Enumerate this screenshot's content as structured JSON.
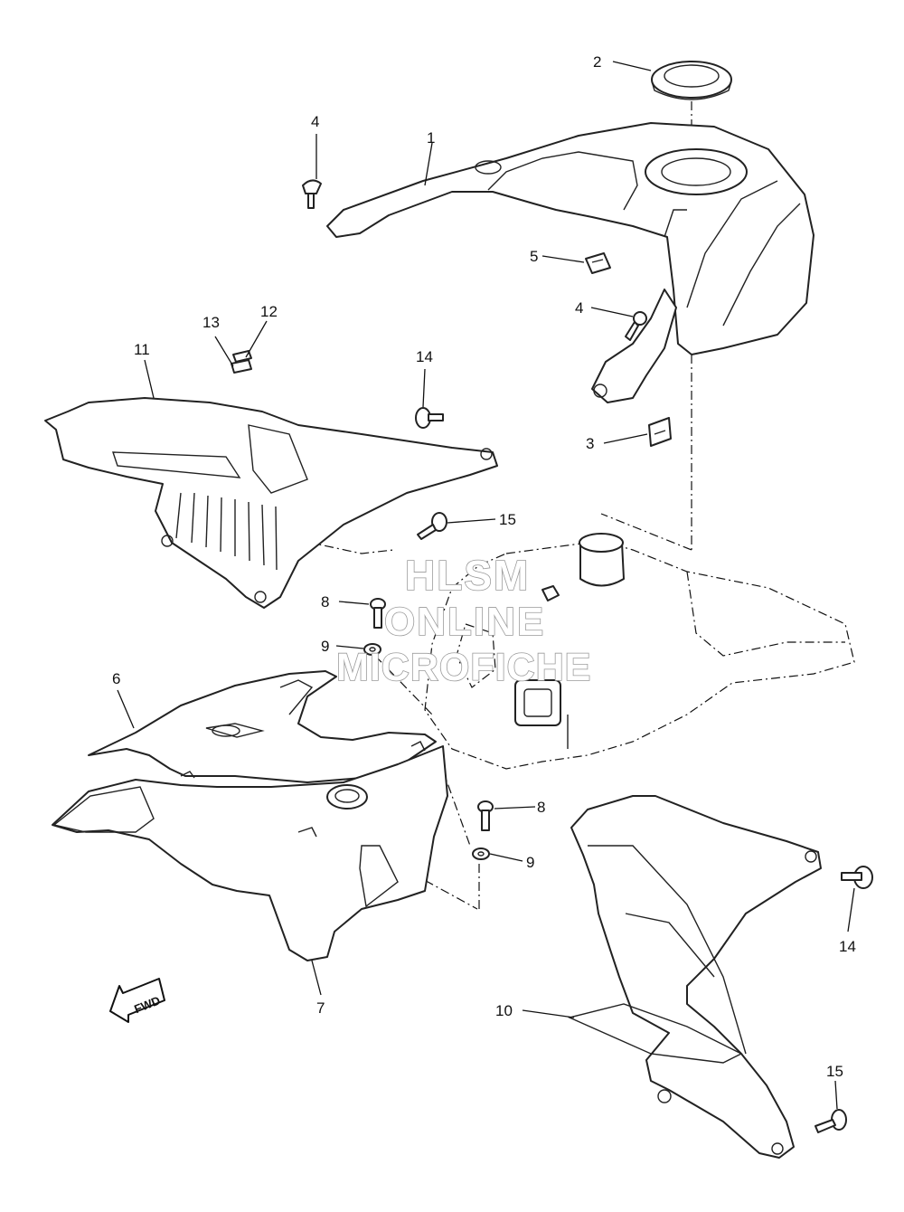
{
  "watermark": {
    "line1": "HLSM",
    "line2": "ONLINE",
    "line3": "MICROFICHE"
  },
  "direction_marker": {
    "label": "FWD",
    "icon": "fwd-arrow-icon"
  },
  "callouts": [
    {
      "id": "c-1",
      "label": "1"
    },
    {
      "id": "c-2",
      "label": "2"
    },
    {
      "id": "c-3",
      "label": "3"
    },
    {
      "id": "c-4a",
      "label": "4"
    },
    {
      "id": "c-4b",
      "label": "4"
    },
    {
      "id": "c-5",
      "label": "5"
    },
    {
      "id": "c-6",
      "label": "6"
    },
    {
      "id": "c-7",
      "label": "7"
    },
    {
      "id": "c-8a",
      "label": "8"
    },
    {
      "id": "c-8b",
      "label": "8"
    },
    {
      "id": "c-9a",
      "label": "9"
    },
    {
      "id": "c-9b",
      "label": "9"
    },
    {
      "id": "c-10",
      "label": "10"
    },
    {
      "id": "c-11",
      "label": "11"
    },
    {
      "id": "c-12",
      "label": "12"
    },
    {
      "id": "c-13",
      "label": "13"
    },
    {
      "id": "c-14a",
      "label": "14"
    },
    {
      "id": "c-14b",
      "label": "14"
    },
    {
      "id": "c-15a",
      "label": "15"
    },
    {
      "id": "c-15b",
      "label": "15"
    }
  ]
}
